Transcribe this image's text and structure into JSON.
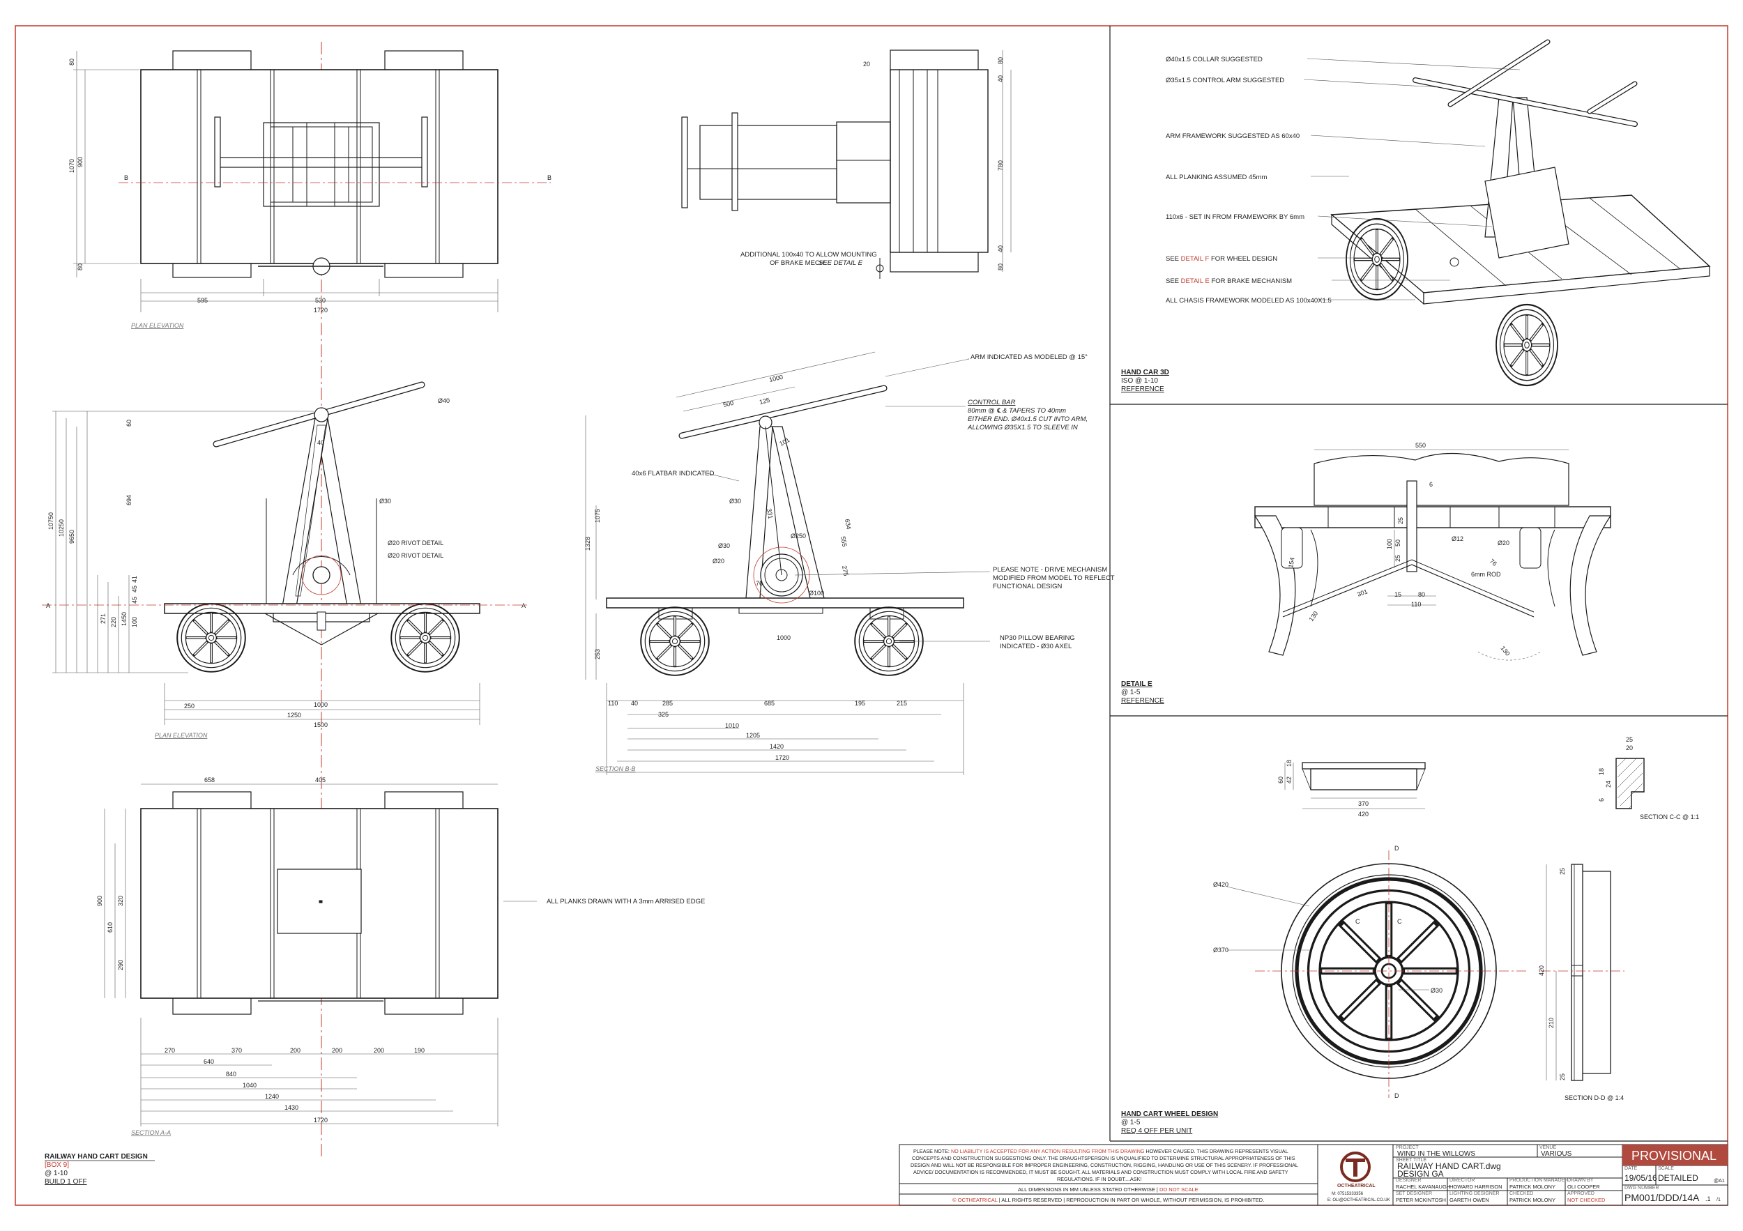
{
  "colors": {
    "frame": "#c0392b",
    "line": "#1a1a1a",
    "centerline": "#c0392b",
    "provisional_bg": "#b04a3f"
  },
  "view_labels": {
    "plan_top": "PLAN ELEVATION",
    "plan_mid": "PLAN ELEVATION",
    "section_bb": "SECTION B-B",
    "section_aa": "SECTION A-A"
  },
  "plan_dims": {
    "w595": "595",
    "w530": "530",
    "w1720": "1720",
    "h80a": "80",
    "h1070": "1070",
    "h900": "900",
    "h80b": "80",
    "b_left": "B",
    "b_right": "B"
  },
  "side_dims": {
    "d40": "Ø40",
    "d30": "Ø30",
    "rivet1": "Ø20 RIVOT DETAIL",
    "rivet2": "Ø20 RIVOT DETAIL",
    "h60": "60",
    "h694": "694",
    "h40": "40",
    "h10750": "10750",
    "h10250": "10250",
    "h9650": "9650",
    "h1450": "1450",
    "h271": "271",
    "h220": "220",
    "h100": "100",
    "h45": "45",
    "h45b": "45",
    "h41": "41",
    "w250": "250",
    "w1000": "1000",
    "w1250": "1250",
    "w1500": "1500",
    "a_left": "A",
    "a_right": "A"
  },
  "bb_dims": {
    "w1000": "1000",
    "w500": "500",
    "w125": "125",
    "w101": "101",
    "h1075": "1075",
    "h1328": "1328",
    "h253": "253",
    "d30": "Ø30",
    "d30b": "Ø30",
    "d20": "Ø20",
    "d250": "Ø250",
    "d100": "Ø100",
    "a634": "634",
    "a555": "555",
    "a275": "275",
    "a331": "331",
    "a76": "76",
    "w1000b": "1000",
    "w110": "110",
    "w40": "40",
    "w285": "285",
    "w685": "685",
    "w195": "195",
    "w215": "215",
    "w325": "325",
    "w1010": "1010",
    "w1205": "1205",
    "w1420": "1420",
    "w1720": "1720"
  },
  "bb_notes": {
    "arm": "ARM INDICATED AS MODELED @ 15°",
    "control_bar_title": "CONTROL BAR",
    "control_bar_l1": "80mm @ ℄ & TAPERS TO 40mm",
    "control_bar_l2": "EITHER END. Ø40x1.5 CUT INTO ARM,",
    "control_bar_l3": "ALLOWING Ø35X1.5 TO SLEEVE IN",
    "flatbar": "40x6 FLATBAR INDICATED",
    "drive_l1": "PLEASE NOTE - DRIVE MECHANISM",
    "drive_l2": "MODIFIED FROM MODEL TO REFLECT",
    "drive_l3": "FUNCTIONAL DESIGN",
    "bearing_l1": "NP30 PILLOW BEARING",
    "bearing_l2": "INDICATED - Ø30 AXEL"
  },
  "top_right_view": {
    "note_l1": "ADDITIONAL 100x40 TO ALLOW MOUNTING",
    "note_l2": "OF BRAKE MECH.",
    "note_l2_ref": "SEE DETAIL E",
    "d20": "20",
    "d80a": "80",
    "d40": "40",
    "d780": "780",
    "d40b": "40",
    "d80b": "80"
  },
  "section_aa": {
    "w658": "658",
    "w405": "405",
    "h900": "900",
    "h610": "610",
    "h320": "320",
    "h290": "290",
    "w270": "270",
    "w370": "370",
    "w200a": "200",
    "w200b": "200",
    "w200c": "200",
    "w190": "190",
    "w640": "640",
    "w840": "840",
    "w1040": "1040",
    "w1240": "1240",
    "w1430": "1430",
    "w1720": "1720",
    "note": "ALL PLANKS DRAWN WITH  A 3mm ARRISED EDGE"
  },
  "iso_notes": {
    "n1": "Ø40x1.5 COLLAR SUGGESTED",
    "n2": "Ø35x1.5 CONTROL ARM SUGGESTED",
    "n3": "ARM FRAMEWORK SUGGESTED AS  60x40",
    "n4": "ALL PLANKING ASSUMED 45mm",
    "n5": "110x6 - SET IN FROM FRAMEWORK BY 6mm",
    "n6_a": "SEE",
    "n6_b": "DETAIL F",
    "n6_c": "FOR WHEEL DESIGN",
    "n7_a": "SEE",
    "n7_b": "DETAIL E",
    "n7_c": "FOR BRAKE MECHANISM",
    "n8": "ALL CHASIS FRAMEWORK MODELED AS 100x40X1.5",
    "caption": "HAND CAR 3D",
    "scale": "ISO @ 1-10",
    "ref": "REFERENCE"
  },
  "detail_e": {
    "w550": "550",
    "d12": "Ø12",
    "d20": "Ø20",
    "rod": "6mm ROD",
    "h100": "100",
    "h50": "50",
    "h25": "25",
    "h25b": "25",
    "h15": "15",
    "w80": "80",
    "w110": "110",
    "a130": "130",
    "a130b": "130",
    "a154": "154",
    "a301": "301",
    "a76": "76",
    "h6": "6",
    "caption": "DETAIL E",
    "scale": "@ 1-5",
    "ref": "REFERENCE"
  },
  "wheel": {
    "w370": "370",
    "w420": "420",
    "h60": "60",
    "h42": "42",
    "h18": "18",
    "c25": "25",
    "c20": "20",
    "c24": "24",
    "c18": "18",
    "c6": "6",
    "section_cc": "SECTION C-C @ 1:1",
    "d420": "Ø420",
    "d370": "Ø370",
    "d30": "Ø30",
    "d_top": "D",
    "d_bot": "D",
    "c_lbl1": "C",
    "c_lbl2": "C",
    "h420": "420",
    "h210": "210",
    "h25": "25",
    "h25b": "25",
    "section_dd": "SECTION D-D @ 1:4",
    "caption": "HAND CART WHEEL DESIGN",
    "scale": "@ 1-5",
    "req": "REQ 4 OFF PER UNIT"
  },
  "main_caption": {
    "title": "RAILWAY HAND CART DESIGN",
    "box": "[BOX 9]",
    "scale": "@ 1-10",
    "build": "BUILD 1 OFF"
  },
  "disclaimer": {
    "l1_a": "PLEASE NOTE:",
    "l1_b": "NO LIABILITY IS ACCEPTED FOR ANY ACTION RESULTING FROM THIS DRAWING",
    "l1_c": "HOWEVER CAUSED.  THIS DRAWING REPRESENTS VISUAL",
    "l2": "CONCEPTS AND CONSTRUCTION SUGGESTIONS ONLY.  THE DRAUGHTSPERSON IS UNQUALIFIED TO DETERMINE STRUCTURAL APPROPRIATENESS OF THIS",
    "l3": "DESIGN AND WILL NOT BE RESPONSIBLE FOR IMPROPER ENGINEERING, CONSTRUCTION, RIGGING, HANDLING OR USE OF THIS SCENERY. IF PROFESSIONAL",
    "l4": "ADVICE/ DOCUMENTATION IS RECOMMENDED, IT MUST BE SOUGHT.  ALL MATERIALS AND CONSTRUCTION MUST COMPLY WITH LOCAL FIRE AND SAFETY",
    "l5": "REGULATIONS. IF IN DOUBT....ASK!",
    "dims_a": "ALL DIMENSIONS IN MM UNLESS STATED OTHERWISE",
    "dims_b": "DO NOT SCALE",
    "copy_a": "© OCTHEATRICAL",
    "copy_b": "| ALL RIGHTS RESERVED |  REPRODUCTION IN PART OR WHOLE, WITHOUT PERMISSION, IS PROHIBITED."
  },
  "logo": {
    "name": "OCTHEATRICAL",
    "phone": "M: 07515333356",
    "email": "E: OLI@OCTHEATRICAL.CO.UK"
  },
  "titleblock": {
    "project_lbl": "PROJECT",
    "project": "WIND IN THE WILLOWS",
    "venue_lbl": "VENUE",
    "venue": "VARIOUS",
    "sheet_lbl": "SHEET TITLE",
    "sheet_l1": "RAILWAY HAND CART.dwg",
    "sheet_l2": "DESIGN GA",
    "designer_lbl": "DESIGNER",
    "designer": "RACHEL KAVANAUGH",
    "director_lbl": "DIRECTOR",
    "director": "HOWARD HARRISON",
    "pm_lbl": "PRODUCTION MANAGER",
    "pm": "PATRICK MOLONY",
    "drawn_lbl": "DRAWN BY",
    "drawn": "OLI COOPER",
    "sd_lbl": "SET DESIGNER",
    "sd": "PETER MCKINTOSH",
    "ld_lbl": "LIGHTING DESIGNER",
    "ld": "GARETH OWEN",
    "check_lbl": "CHECKED",
    "check": "PATRICK MOLONY",
    "approved_lbl": "APPROVED",
    "approved": "NOT CHECKED",
    "status": "PROVISIONAL",
    "date_lbl": "DATE",
    "date": "19/05/16",
    "scale_lbl": "SCALE",
    "scale": "DETAILED",
    "scale_sub": "@A1",
    "dwg_lbl": "DWG NUMBER",
    "dwg": "PM001/DDD/14A",
    "rev": ".1",
    "rev_of": "/1"
  }
}
